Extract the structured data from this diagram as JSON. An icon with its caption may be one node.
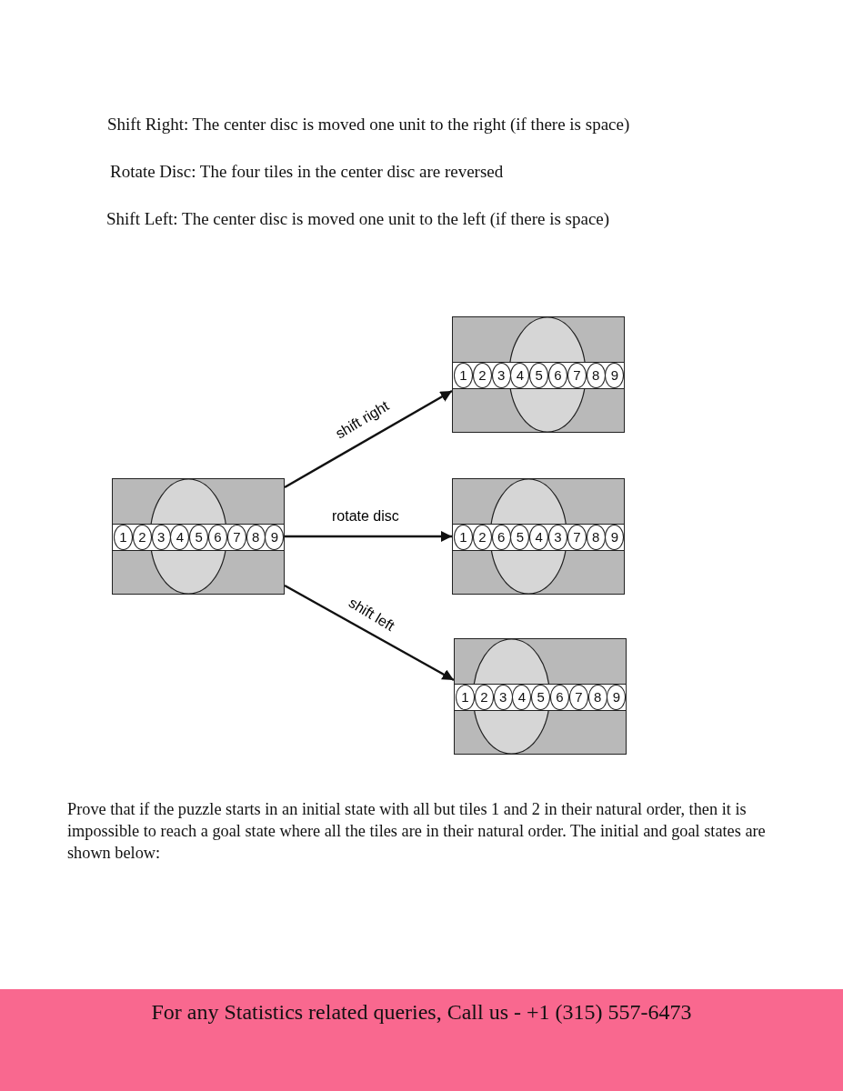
{
  "diagram": {
    "nodes": [
      {
        "text": [],
        "shape": "box"
      },
      {
        "text": [
          "1"
        ],
        "in": 0
      },
      {
        "text": [
          "2"
        ],
        "in": 0
      },
      {
        "text": [
          "3"
        ],
        "in": 0
      },
      {
        "text": [
          "4"
        ],
        "in": 0
      },
      {
        "text": [
          "5"
        ],
        "in": 0
      },
      {
        "text": [
          "6"
        ],
        "in": 0
      },
      {
        "text": [
          "7"
        ],
        "in": 0
      },
      {
        "text": [
          "8"
        ],
        "in": 0
      },
      {
        "text": [
          "9"
        ],
        "in": 0
      },
      {
        "text": [],
        "shape": "box"
      },
      {
        "text": [
          "1"
        ],
        "in": 10
      },
      {
        "text": [
          "2"
        ],
        "in": 10
      },
      {
        "text": [
          "3"
        ],
        "in": 10
      },
      {
        "text": [
          "4"
        ],
        "in": 10
      },
      {
        "text": [
          "5"
        ],
        "in": 10
      },
      {
        "text": [
          "6"
        ],
        "in": 10
      },
      {
        "text": [
          "7"
        ],
        "in": 10
      },
      {
        "text": [
          "8"
        ],
        "in": 10
      },
      {
        "text": [
          "9"
        ],
        "in": 10
      },
      {
        "text": [],
        "shape": "box"
      },
      {
        "text": [
          "1"
        ],
        "in": 20
      },
      {
        "text": [
          "2"
        ],
        "in": 20
      },
      {
        "text": [
          "6"
        ],
        "in": 20
      },
      {
        "text": [
          "5"
        ],
        "in": 20
      },
      {
        "text": [
          "4"
        ],
        "in": 20
      },
      {
        "text": [
          "3"
        ],
        "in": 20
      },
      {
        "text": [
          "7"
        ],
        "in": 20
      },
      {
        "text": [
          "8"
        ],
        "in": 20
      },
      {
        "text": [
          "9"
        ],
        "in": 20
      },
      {
        "text": [],
        "shape": "box"
      },
      {
        "text": [
          "1"
        ],
        "in": 30
      },
      {
        "text": [
          "2"
        ],
        "in": 30
      },
      {
        "text": [
          "3"
        ],
        "in": 30
      },
      {
        "text": [
          "4"
        ],
        "in": 30
      },
      {
        "text": [
          "5"
        ],
        "in": 30
      },
      {
        "text": [
          "6"
        ],
        "in": 30
      },
      {
        "text": [
          "7"
        ],
        "in": 30
      },
      {
        "text": [
          "8"
        ],
        "in": 30
      },
      {
        "text": [
          "9"
        ],
        "in": 30
      }
    ],
    "edges": [
      {
        "from": 0,
        "to": 10,
        "arrow": "to",
        "label": "shift right"
      },
      {
        "from": 0,
        "to": 20,
        "arrow": "to",
        "label": "rotate disc"
      },
      {
        "from": 0,
        "to": 30,
        "arrow": "to",
        "label": "shift left"
      }
    ],
    "labels": [
      "Shift Right: The center disc is moved one unit to the right (if there is space)",
      "Rotate Disc: The four tiles in the center disc are reversed",
      "Shift Left: The center disc is moved one unit to the left (if there is space)",
      "Prove that if the puzzle starts in an initial state with all but tiles 1 and 2 in their natural order, then it is impossible to reach a goal state where all the tiles are in their natural order. The initial and goal states are shown below:",
      "For any Statistics related queries, Call us - +1 (315) 557-6473"
    ]
  }
}
